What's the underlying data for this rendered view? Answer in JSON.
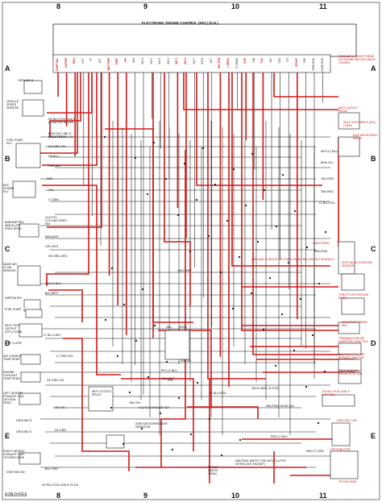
{
  "columns": [
    "8",
    "9",
    "10",
    "11"
  ],
  "rows": [
    "A",
    "B",
    "C",
    "D",
    "E"
  ],
  "diagram_title": "ELECTRONIC ENGINE CONTROL (EEC) (5.0L)",
  "figure_id": "92B20553",
  "connector_pins": [
    {
      "label": "CANP SOL",
      "red": true
    },
    {
      "label": "KAPWR",
      "red": true
    },
    {
      "label": "EGO",
      "red": true
    },
    {
      "label": "ECT",
      "red": false
    },
    {
      "label": "TP",
      "red": false
    },
    {
      "label": "ACT",
      "red": false
    },
    {
      "label": "MAP PWR",
      "red": true
    },
    {
      "label": "VREF",
      "red": true
    },
    {
      "label": "PIP",
      "red": true
    },
    {
      "label": "IDM",
      "red": false
    },
    {
      "label": "INJ 1",
      "red": false
    },
    {
      "label": "INJ 2",
      "red": false
    },
    {
      "label": "INJ 3",
      "red": false
    },
    {
      "label": "INJ 4",
      "red": false
    },
    {
      "label": "INJ 5",
      "red": true
    },
    {
      "label": "INJ 6",
      "red": true
    },
    {
      "label": "INJ 7",
      "red": false
    },
    {
      "label": "INJ 8",
      "red": false
    },
    {
      "label": "ACT",
      "red": false
    },
    {
      "label": "SIG RTN",
      "red": true
    },
    {
      "label": "L HEGO",
      "red": true
    },
    {
      "label": "R HEGO",
      "red": false
    },
    {
      "label": "EVR",
      "red": true
    },
    {
      "label": "TAB",
      "red": false
    },
    {
      "label": "TAD",
      "red": true
    },
    {
      "label": "ISC",
      "red": false
    },
    {
      "label": "STO",
      "red": false
    },
    {
      "label": "STI",
      "red": false
    },
    {
      "label": "SPOUT",
      "red": true
    },
    {
      "label": "VSS",
      "red": false
    },
    {
      "label": "PWR GND",
      "red": false
    },
    {
      "label": "CASE GND",
      "red": false
    }
  ],
  "components_left": [
    {
      "label": "GROUND B"
    },
    {
      "label": "VEHICLE SPEED SENSOR"
    },
    {
      "label": "DK BLU FUS LINK K (STARTER RELAY)"
    },
    {
      "label": "BRN FUS LINK D (STARTER RELAY)"
    },
    {
      "label": "FUEL PUMP RLY"
    },
    {
      "label": "EEC POWER RLY"
    },
    {
      "label": "CLUTCH CYCLING PRES SW"
    },
    {
      "label": "BAROMETRIC ABSOLUTE PRES SENS"
    },
    {
      "label": "MASS AIR FLOW SENSOR"
    },
    {
      "label": "INERTIA SW"
    },
    {
      "label": "FUEL PUMP"
    },
    {
      "label": "SELF TEST OUTPUT (STO) CONN"
    },
    {
      "label": "INST CLSTR"
    },
    {
      "label": "AIR CHARGE TEMP SENS"
    },
    {
      "label": "ENGINE COOLANT TEMP SENS"
    },
    {
      "label": "LEFT HEATED EXHAUST GAS OXYGEN SENS"
    },
    {
      "label": "GROUND B"
    },
    {
      "label": "GROUND E"
    },
    {
      "label": "RIGHT HEATED EXHAUST GAS OXYGEN SENS"
    },
    {
      "label": "IGNITION SW"
    },
    {
      "label": "DK BLU FUS LINK N 20 GA"
    }
  ],
  "components_right": [
    {
      "label": "GROUND G (RIGHT REAR OF ENGINE BELOW VALVE COVER)"
    },
    {
      "label": "WOT CUTOUT RELAY"
    },
    {
      "label": "SELF TEST INPUT (STI) CONN"
    },
    {
      "label": "IDLE AIR BYPASS VALVE"
    },
    {
      "label": "INJECTORS"
    },
    {
      "label": "GROUND E (RIGHT RR COWL PANEL BELOW EEC MODULE)"
    },
    {
      "label": "EGR VALVE POSITION SENSOR"
    },
    {
      "label": "THROTTLE POSITION SENS"
    },
    {
      "label": "CANISTER PURGE SOL"
    },
    {
      "label": "THERMACTOR AIR DIVERTER (TAD) SOL"
    },
    {
      "label": "THERMACTOR AIR BYPASS (TAB) SOL"
    },
    {
      "label": "EGR VACUUM REGULATOR SOL"
    },
    {
      "label": "DK BLU FUS LINK N (IGN SW)"
    },
    {
      "label": "IGNITION COIL"
    },
    {
      "label": "DISTRIBUTOR"
    },
    {
      "label": "TFI IGN MOD"
    }
  ],
  "components_center": [
    {
      "label": "(5A)"
    },
    {
      "label": "(EEC)"
    },
    {
      "label": "IGN SW"
    },
    {
      "label": "IGN"
    },
    {
      "label": "WOT CUTOUT RELAY"
    },
    {
      "label": "CLUTCH ENGAGE SW"
    },
    {
      "label": "IGNITION SUPRESSOR RESISTOR"
    },
    {
      "label": "TACH (INST CLSTR)"
    },
    {
      "label": "SPOUT CHECK CONN"
    },
    {
      "label": "NEUTRAL GEAR SW"
    },
    {
      "label": "NEUTRAL SAFETY SW (A/T) CLUTCH INTERLOCK SW (M/T)"
    }
  ],
  "wire_labels": [
    {
      "label": "PNK-LT BLU"
    },
    {
      "label": "DK GRN-YEL"
    },
    {
      "label": "DK BLU"
    },
    {
      "label": "PNK-BLK"
    },
    {
      "label": "RED"
    },
    {
      "label": "YEL"
    },
    {
      "label": "LT GRN"
    },
    {
      "label": "BRN-WHT"
    },
    {
      "label": "GRY-WHT"
    },
    {
      "label": "TAN-LT BLU"
    },
    {
      "label": "BLK-WHT"
    },
    {
      "label": "LT BLU-ORG"
    },
    {
      "label": "ORG-WHT"
    },
    {
      "label": "LT GRN-YEL"
    },
    {
      "label": "GRY-YEL"
    },
    {
      "label": "DK GRN"
    },
    {
      "label": "TAN-YEL"
    },
    {
      "label": "BRN-PNK"
    },
    {
      "label": "WHT-LT BLU"
    },
    {
      "label": "BRN-YEL"
    },
    {
      "label": "TAN-ORG"
    },
    {
      "label": "TAN-RED"
    },
    {
      "label": "LT BLU-YEL"
    },
    {
      "label": "DK GRN-ORG"
    },
    {
      "label": "RED-LT GRN"
    },
    {
      "label": "TAN-WHT"
    },
    {
      "label": "BLK-ORG"
    },
    {
      "label": "PPL-LT BLU"
    },
    {
      "label": "LT BLU-RED"
    },
    {
      "label": "RED-LT BLU"
    },
    {
      "label": "DK GRN-YEL"
    }
  ]
}
